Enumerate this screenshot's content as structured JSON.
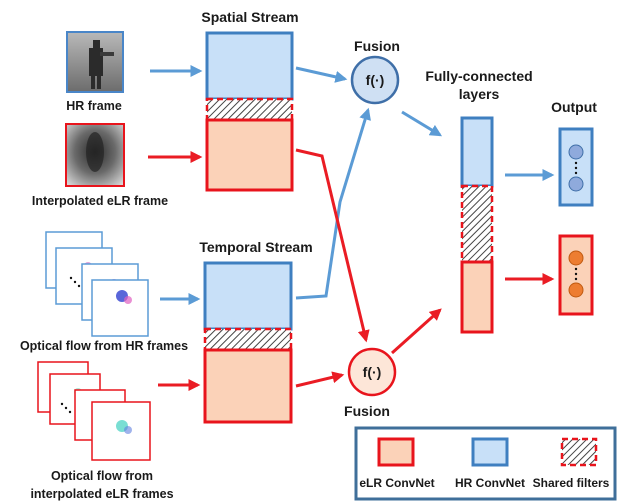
{
  "diagram": {
    "inputs": {
      "hr_frame": "HR frame",
      "elr_frame": "Interpolated eLR frame",
      "flow_hr": "Optical flow from HR frames",
      "flow_elr_line1": "Optical flow from",
      "flow_elr_line2": "interpolated eLR frames"
    },
    "streams": {
      "spatial": "Spatial Stream",
      "temporal": "Temporal Stream"
    },
    "fusion": {
      "top_label": "Fusion",
      "bottom_label": "Fusion",
      "symbol": "f(·)"
    },
    "fc": {
      "line1": "Fully-connected",
      "line2": "layers"
    },
    "output": {
      "label": "Output"
    },
    "legend": {
      "elr": "eLR ConvNet",
      "hr": "HR ConvNet",
      "shared": "Shared filters"
    },
    "colors": {
      "blue_stroke": "#3f7fc0",
      "blue_fill": "#c8e0f8",
      "red_stroke": "#e8141c",
      "peach_fill": "#fbd2b8",
      "arrow_blue": "#5b9bd5",
      "arrow_red": "#ea1c24",
      "blue_node": "#8faadc",
      "orange_node": "#ed7d31"
    }
  }
}
